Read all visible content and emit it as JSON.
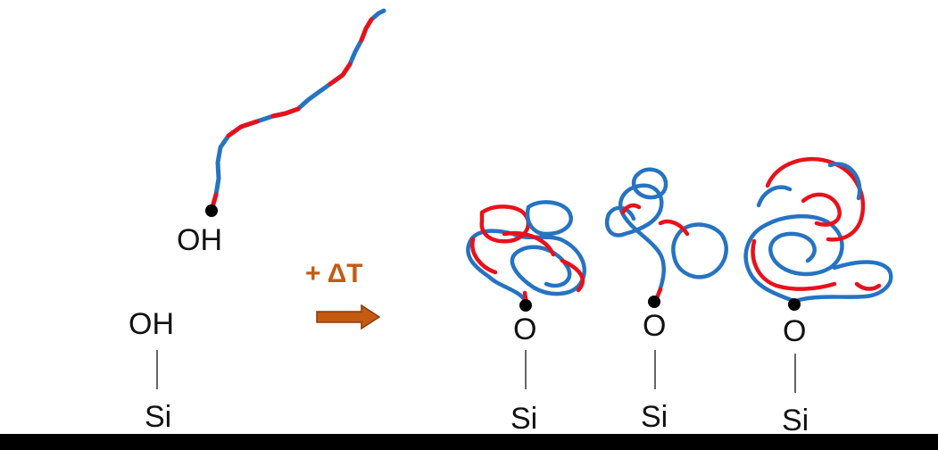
{
  "labels": {
    "free_chain_end": "OH",
    "surface_oh": "OH",
    "si_left": "Si",
    "heat": "+ ΔT",
    "o_1": "O",
    "o_2": "O",
    "o_3": "O",
    "si_1": "Si",
    "si_2": "Si",
    "si_3": "Si"
  },
  "colors": {
    "chain_red": "#e8111b",
    "chain_blue": "#2673c2",
    "arrow": "#c55a11",
    "dot": "#000000"
  },
  "icons": {
    "reaction_arrow": "right-arrow-icon"
  }
}
